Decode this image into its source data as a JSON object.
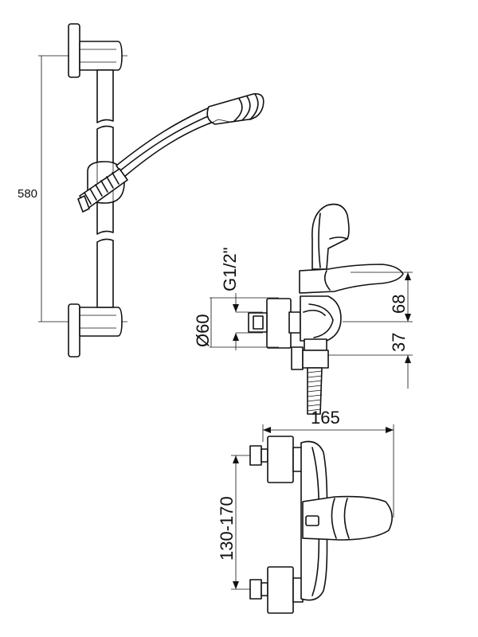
{
  "dimensions": {
    "rail_height": "580",
    "thread": "G1/2\"",
    "diameter": "Ø60",
    "lever_height": "68",
    "outlet_offset": "37",
    "width": "165",
    "inlet_spacing": "130-170"
  },
  "colors": {
    "line": "#111111",
    "background": "#ffffff"
  }
}
